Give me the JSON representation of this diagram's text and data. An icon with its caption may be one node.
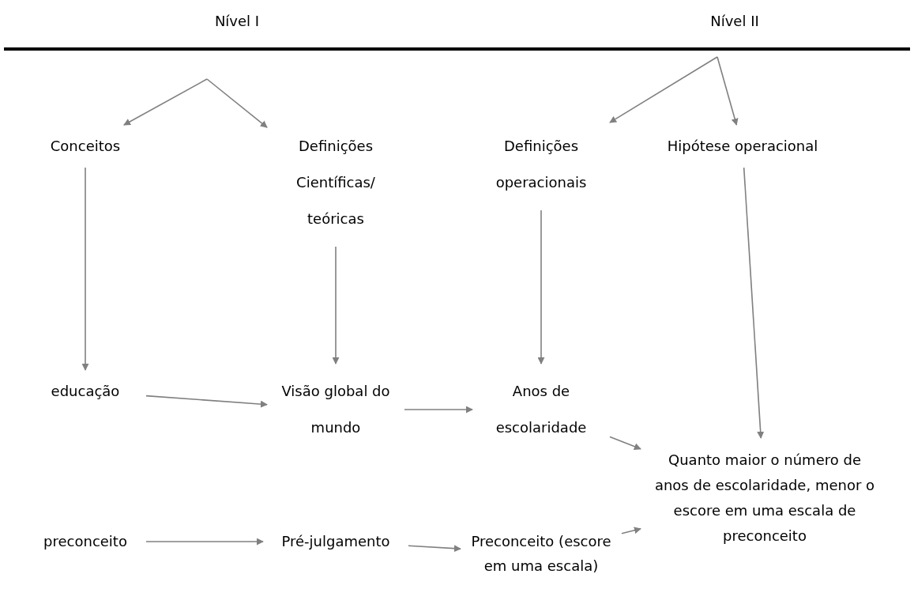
{
  "diagram": {
    "nodes": [
      {
        "text": [
          "Nível I"
        ]
      },
      {
        "text": [
          "Nível II"
        ]
      },
      {
        "text": [
          "Conceitos"
        ]
      },
      {
        "text": [
          "Definições Científicas/ teóricas"
        ]
      },
      {
        "text": [
          "Definições operacionais"
        ]
      },
      {
        "text": [
          "Hipótese operacional"
        ]
      },
      {
        "text": [
          "educação"
        ]
      },
      {
        "text": [
          "Visão global do mundo"
        ]
      },
      {
        "text": [
          "Anos de escolaridade"
        ]
      },
      {
        "text": [
          "Quanto maior o número de anos de escolaridade, menor o escore em uma escala de preconceito"
        ]
      },
      {
        "text": [
          "preconceito"
        ]
      },
      {
        "text": [
          "Pré-julgamento"
        ]
      },
      {
        "text": [
          "Preconceito (escore em uma escala)"
        ]
      }
    ],
    "edges": [
      {
        "from": 0,
        "to": 2,
        "arrow": "to"
      },
      {
        "from": 0,
        "to": 3,
        "arrow": "to"
      },
      {
        "from": 1,
        "to": 4,
        "arrow": "to"
      },
      {
        "from": 1,
        "to": 5,
        "arrow": "to"
      },
      {
        "from": 2,
        "to": 6,
        "arrow": "to"
      },
      {
        "from": 3,
        "to": 7,
        "arrow": "to"
      },
      {
        "from": 4,
        "to": 8,
        "arrow": "to"
      },
      {
        "from": 5,
        "to": 9,
        "arrow": "to"
      },
      {
        "from": 6,
        "to": 7,
        "arrow": "to"
      },
      {
        "from": 7,
        "to": 8,
        "arrow": "to"
      },
      {
        "from": 8,
        "to": 9,
        "arrow": "to"
      },
      {
        "from": 10,
        "to": 11,
        "arrow": "to"
      },
      {
        "from": 11,
        "to": 12,
        "arrow": "to"
      },
      {
        "from": 12,
        "to": 9,
        "arrow": "to"
      }
    ]
  }
}
